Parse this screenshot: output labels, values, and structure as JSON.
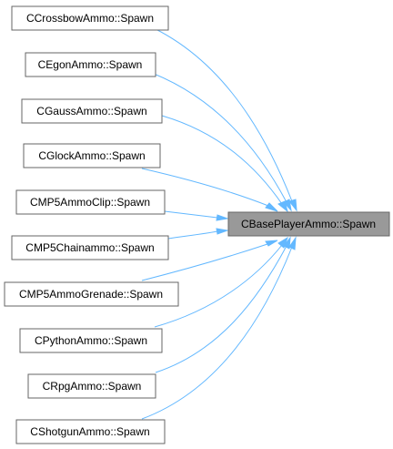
{
  "diagram": {
    "target": {
      "label": "CBasePlayerAmmo::Spawn"
    },
    "callers": [
      {
        "label": "CCrossbowAmmo::Spawn"
      },
      {
        "label": "CEgonAmmo::Spawn"
      },
      {
        "label": "CGaussAmmo::Spawn"
      },
      {
        "label": "CGlockAmmo::Spawn"
      },
      {
        "label": "CMP5AmmoClip::Spawn"
      },
      {
        "label": "CMP5Chainammo::Spawn"
      },
      {
        "label": "CMP5AmmoGrenade::Spawn"
      },
      {
        "label": "CPythonAmmo::Spawn"
      },
      {
        "label": "CRpgAmmo::Spawn"
      },
      {
        "label": "CShotgunAmmo::Spawn"
      }
    ],
    "colors": {
      "edge": "#63b8ff",
      "node_border": "#666666",
      "node_fill": "#ffffff",
      "target_fill": "#999999"
    }
  }
}
